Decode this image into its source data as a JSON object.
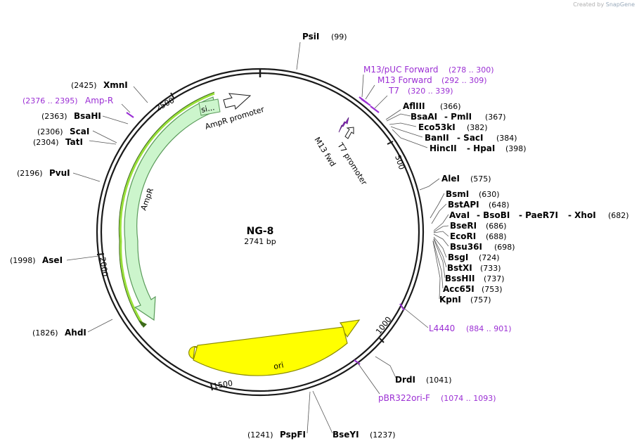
{
  "watermark": {
    "prefix": "Created by",
    "brand": "SnapGene"
  },
  "plasmid": {
    "name": "NG-8",
    "length": "2741 bp"
  },
  "ticks": [
    "500",
    "1000",
    "1500",
    "2000",
    "2500"
  ],
  "features": {
    "ampr": "AmpR",
    "ampr_promoter": "AmpR promoter",
    "ampr_promoter_short": "si...",
    "ori": "ori",
    "t7_promoter": "T7 promoter",
    "m13_fwd": "M13 fwd"
  },
  "sites": [
    {
      "name": "PsiI",
      "pos": "(99)"
    },
    {
      "name": "AflIII",
      "pos": "(366)"
    },
    {
      "name": "BsaAI",
      "extra": [
        "PmlI"
      ],
      "pos": "(367)"
    },
    {
      "name": "Eco53kI",
      "pos": "(382)"
    },
    {
      "name": "BanII",
      "extra": [
        "SacI"
      ],
      "pos": "(384)"
    },
    {
      "name": "HincII",
      "extra": [
        "HpaI"
      ],
      "pos": "(398)"
    },
    {
      "name": "AleI",
      "pos": "(575)"
    },
    {
      "name": "BsmI",
      "pos": "(630)"
    },
    {
      "name": "BstAPI",
      "pos": "(648)"
    },
    {
      "name": "AvaI",
      "extra": [
        "BsoBI",
        "PaeR7I",
        "XhoI"
      ],
      "pos": "(682)"
    },
    {
      "name": "BseRI",
      "pos": "(686)"
    },
    {
      "name": "EcoRI",
      "pos": "(688)"
    },
    {
      "name": "Bsu36I",
      "pos": "(698)"
    },
    {
      "name": "BsgI",
      "pos": "(724)"
    },
    {
      "name": "BstXI",
      "pos": "(733)"
    },
    {
      "name": "BssHII",
      "pos": "(737)"
    },
    {
      "name": "Acc65I",
      "pos": "(753)"
    },
    {
      "name": "KpnI",
      "pos": "(757)"
    },
    {
      "name": "DrdI",
      "pos": "(1041)"
    },
    {
      "name": "BseYI",
      "pos": "(1237)"
    },
    {
      "name": "PspFI",
      "pos": "(1241)"
    },
    {
      "name": "AhdI",
      "pos": "(1826)"
    },
    {
      "name": "AseI",
      "pos": "(1998)"
    },
    {
      "name": "PvuI",
      "pos": "(2196)"
    },
    {
      "name": "TatI",
      "pos": "(2304)"
    },
    {
      "name": "ScaI",
      "pos": "(2306)"
    },
    {
      "name": "BsaHI",
      "pos": "(2363)"
    },
    {
      "name": "XmnI",
      "pos": "(2425)"
    }
  ],
  "primers": [
    {
      "name": "M13/pUC Forward",
      "pos": "(278 .. 300)"
    },
    {
      "name": "M13 Forward",
      "pos": "(292 .. 309)"
    },
    {
      "name": "T7",
      "pos": "(320 .. 339)"
    },
    {
      "name": "L4440",
      "pos": "(884 .. 901)"
    },
    {
      "name": "pBR322ori-F",
      "pos": "(1074 .. 1093)"
    },
    {
      "name": "Amp-R",
      "pos": "(2376 .. 2395)"
    }
  ],
  "colors": {
    "backbone": "#1a1a1a",
    "ampr_fill": "#ccf5cc",
    "ampr_stroke": "#5a9a5a",
    "ampr_highlight": "#9ae03a",
    "ori_fill": "#ffff00",
    "ori_stroke": "#8a8a00",
    "primer": "#9b2fd4",
    "promoter_fill": "#ffffff"
  }
}
